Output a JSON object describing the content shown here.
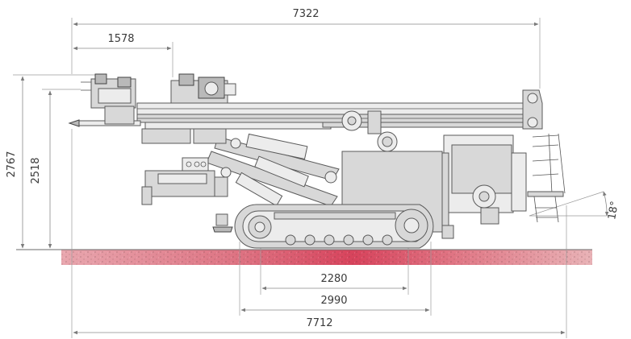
{
  "dimensions": {
    "overall_mast_length": "7322",
    "mast_offset": "1578",
    "overall_height": "2767",
    "mast_height": "2518",
    "track_center": "2280",
    "track_length": "2990",
    "overall_length": "7712",
    "tilt_angle": "18°"
  },
  "colors": {
    "ground_gradient_start": "#e59aa2",
    "ground_gradient_mid": "#d94b62",
    "machine_fill": "#d8d8d8",
    "dimension_line": "#8a8a8a"
  }
}
